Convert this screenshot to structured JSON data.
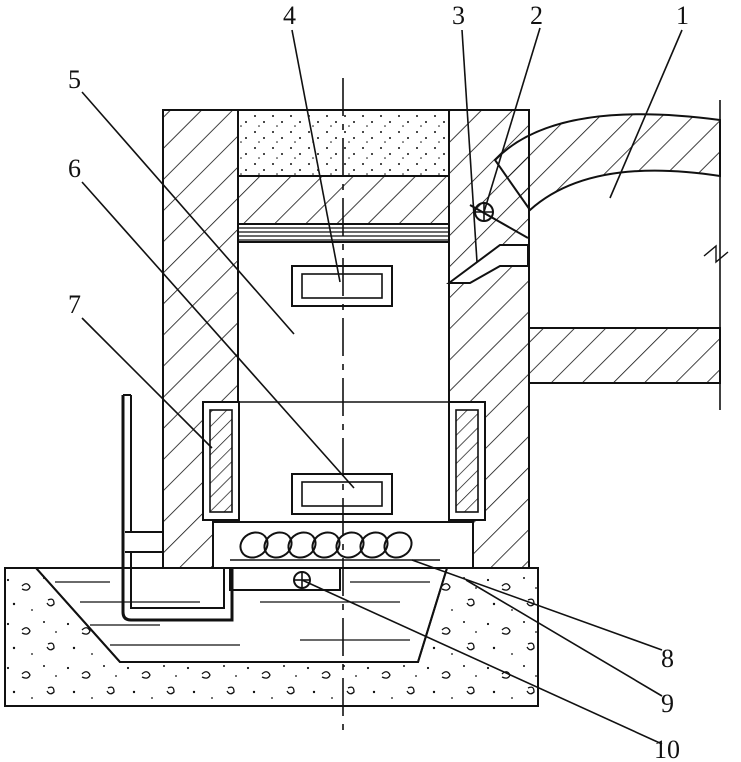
{
  "diagram": {
    "callouts": [
      {
        "id": "c1",
        "label": "1"
      },
      {
        "id": "c2",
        "label": "2"
      },
      {
        "id": "c3",
        "label": "3"
      },
      {
        "id": "c4",
        "label": "4"
      },
      {
        "id": "c5",
        "label": "5"
      },
      {
        "id": "c6",
        "label": "6"
      },
      {
        "id": "c7",
        "label": "7"
      },
      {
        "id": "c8",
        "label": "8"
      },
      {
        "id": "c9",
        "label": "9"
      },
      {
        "id": "c10",
        "label": "10"
      }
    ],
    "colors": {
      "ink": "#111111",
      "background": "#ffffff"
    }
  }
}
